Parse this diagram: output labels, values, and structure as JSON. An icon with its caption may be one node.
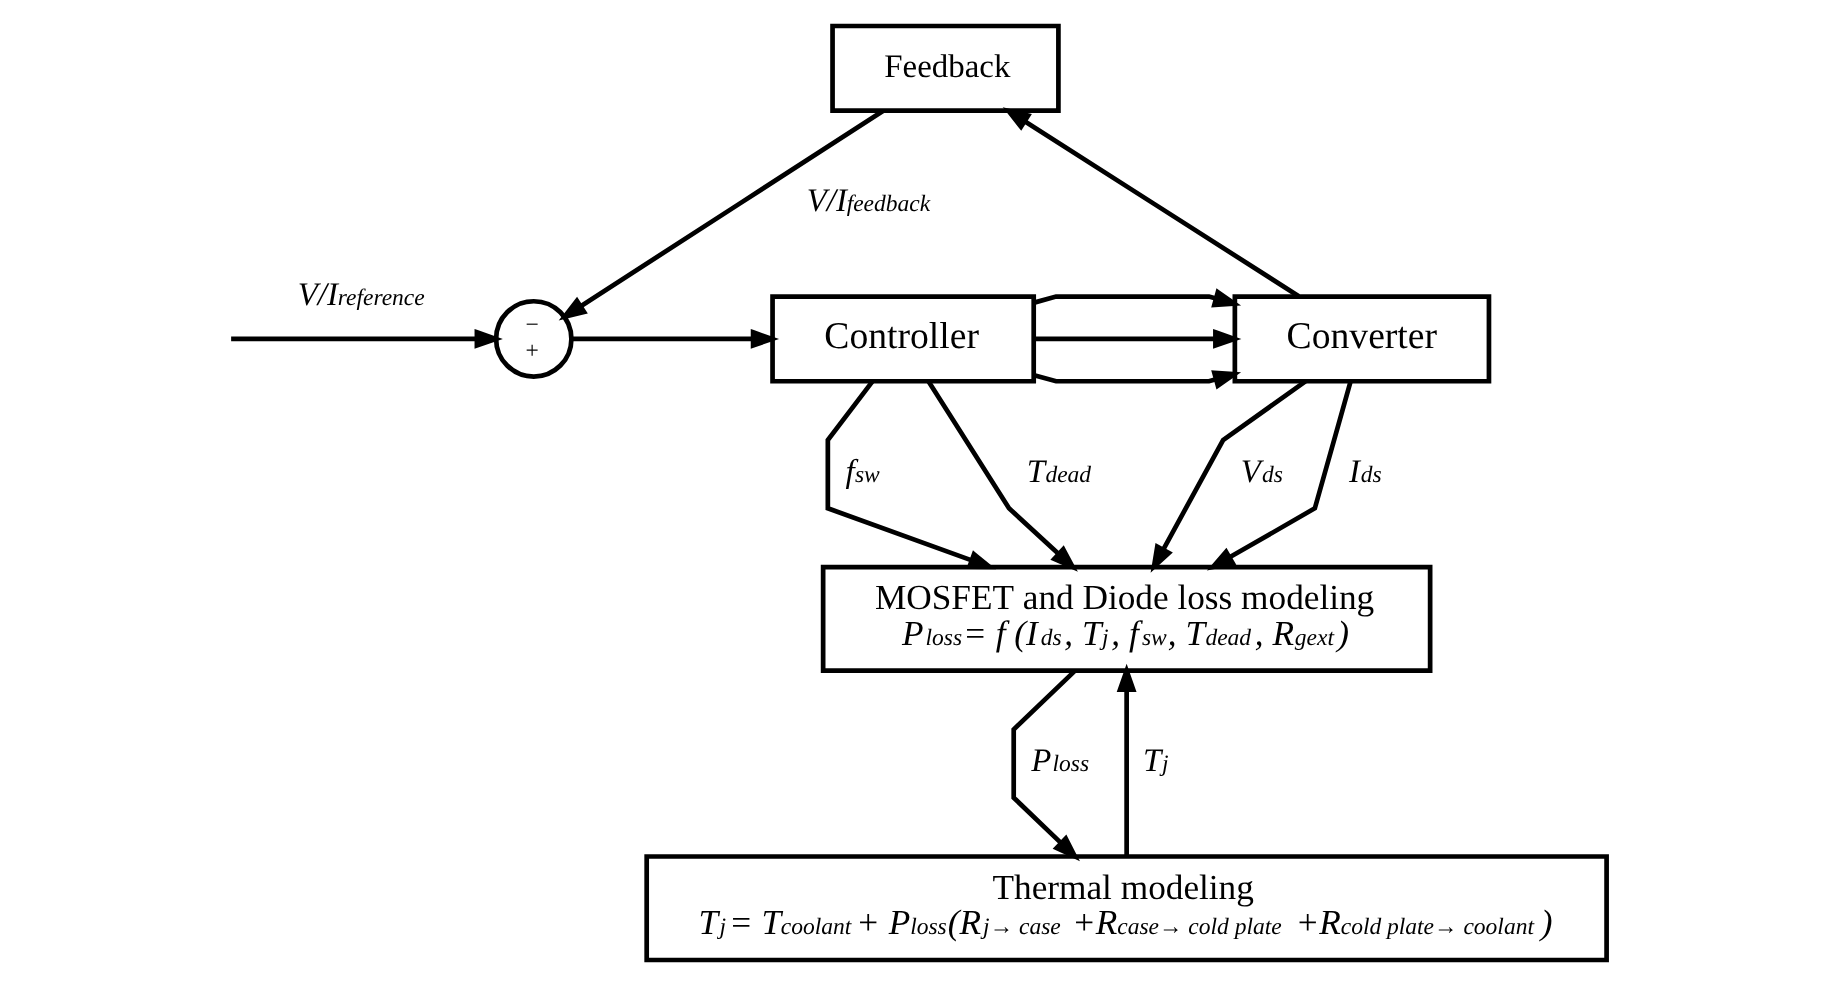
{
  "diagram": {
    "nodes": [
      {
        "text": [
          "Feedback"
        ]
      },
      {
        "text": [
          "−",
          "+"
        ]
      },
      {
        "text": [
          "Controller"
        ]
      },
      {
        "text": [
          "Converter"
        ]
      },
      {
        "text": [
          "MOSFET and Diode loss modeling",
          "P$_{loss}$= f (I$_{ds}$, T$_{j}$, f$_{sw}$, T$_{dead}$, R$_{gext}$)"
        ]
      },
      {
        "text": [
          "Thermal modeling",
          "T$_{j}$= T$_{coolant}$+ P$_{loss}$(R$_{j→ case}$ +R$_{case→ cold plate}$ +R$_{cold plate→ coolant}$)"
        ]
      }
    ],
    "edges": [
      {
        "from": null,
        "to": 1,
        "arrow": "to",
        "label": "V/I$_{reference}$"
      },
      {
        "from": 0,
        "to": 1,
        "arrow": "to",
        "label": "V/I$_{feedback}$"
      },
      {
        "from": 1,
        "to": 2,
        "arrow": "to"
      },
      {
        "from": 2,
        "to": 3,
        "arrow": "to"
      },
      {
        "from": 2,
        "to": 3,
        "arrow": "to"
      },
      {
        "from": 2,
        "to": 3,
        "arrow": "to"
      },
      {
        "from": 3,
        "to": 0,
        "arrow": "to"
      },
      {
        "from": 2,
        "to": 4,
        "arrow": "to",
        "label": "f$_{sw}$"
      },
      {
        "from": 2,
        "to": 4,
        "arrow": "to",
        "label": "T$_{dead}$"
      },
      {
        "from": 3,
        "to": 4,
        "arrow": "to",
        "label": "V$_{ds}$"
      },
      {
        "from": 3,
        "to": 4,
        "arrow": "to",
        "label": "I$_{ds}$"
      },
      {
        "from": 4,
        "to": 5,
        "arrow": "to",
        "label": "P$_{loss}$"
      },
      {
        "from": 5,
        "to": 4,
        "arrow": "to",
        "label": "T$_{j}$"
      }
    ]
  }
}
